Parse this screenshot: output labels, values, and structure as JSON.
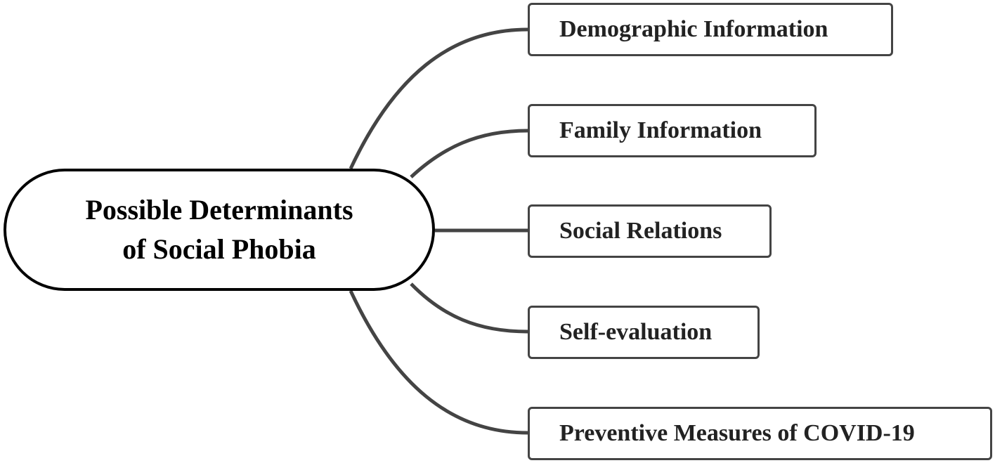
{
  "root": {
    "title_line1": "Possible Determinants",
    "title_line2": "of Social Phobia"
  },
  "branches": [
    {
      "label": "Demographic Information"
    },
    {
      "label": "Family Information"
    },
    {
      "label": "Social Relations"
    },
    {
      "label": "Self-evaluation"
    },
    {
      "label": "Preventive Measures of COVID-19"
    }
  ],
  "colors": {
    "connector": "#444444",
    "root_border": "#000000",
    "branch_border": "#444444",
    "text": "#000000"
  }
}
